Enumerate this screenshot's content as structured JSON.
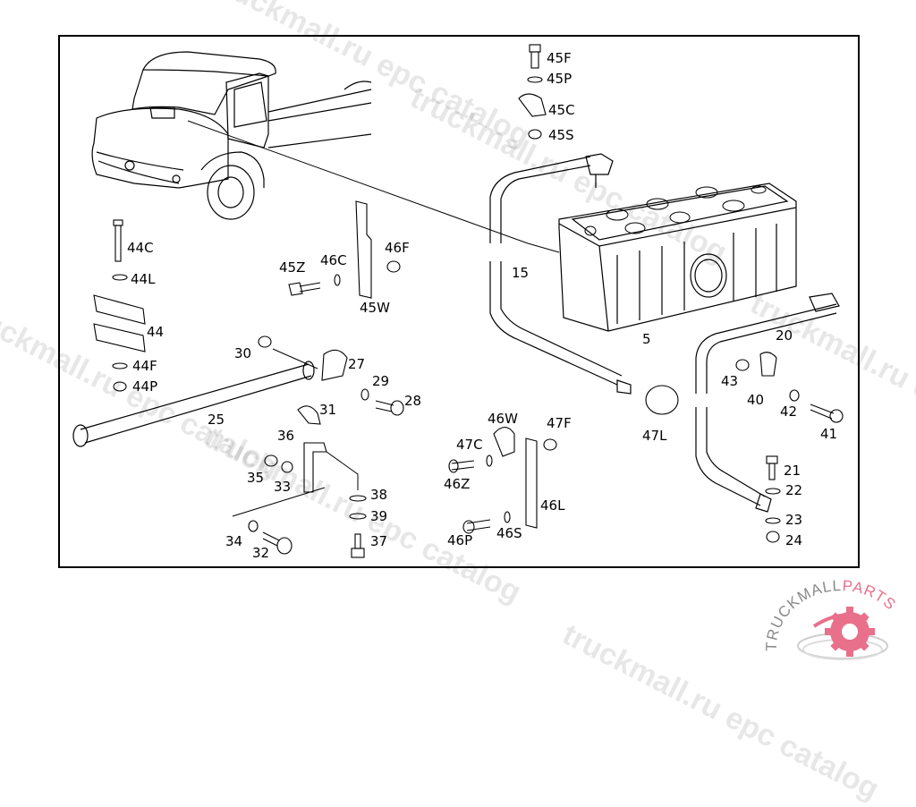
{
  "diagram": {
    "title": "Battery, battery cables and mounting — exploded parts view",
    "callouts": [
      {
        "id": "5",
        "label": "5"
      },
      {
        "id": "15",
        "label": "15"
      },
      {
        "id": "20",
        "label": "20"
      },
      {
        "id": "21",
        "label": "21"
      },
      {
        "id": "22",
        "label": "22"
      },
      {
        "id": "23",
        "label": "23"
      },
      {
        "id": "24",
        "label": "24"
      },
      {
        "id": "25",
        "label": "25"
      },
      {
        "id": "27",
        "label": "27"
      },
      {
        "id": "28",
        "label": "28"
      },
      {
        "id": "29",
        "label": "29"
      },
      {
        "id": "30",
        "label": "30"
      },
      {
        "id": "31",
        "label": "31"
      },
      {
        "id": "32",
        "label": "32"
      },
      {
        "id": "33",
        "label": "33"
      },
      {
        "id": "34",
        "label": "34"
      },
      {
        "id": "35",
        "label": "35"
      },
      {
        "id": "36",
        "label": "36"
      },
      {
        "id": "37",
        "label": "37"
      },
      {
        "id": "38",
        "label": "38"
      },
      {
        "id": "39",
        "label": "39"
      },
      {
        "id": "40",
        "label": "40"
      },
      {
        "id": "41",
        "label": "41"
      },
      {
        "id": "42",
        "label": "42"
      },
      {
        "id": "43",
        "label": "43"
      },
      {
        "id": "44",
        "label": "44"
      },
      {
        "id": "44C",
        "label": "44C"
      },
      {
        "id": "44L",
        "label": "44L"
      },
      {
        "id": "44F",
        "label": "44F"
      },
      {
        "id": "44P",
        "label": "44P"
      },
      {
        "id": "45F",
        "label": "45F"
      },
      {
        "id": "45P",
        "label": "45P"
      },
      {
        "id": "45C",
        "label": "45C"
      },
      {
        "id": "45S",
        "label": "45S"
      },
      {
        "id": "45Z",
        "label": "45Z"
      },
      {
        "id": "45W",
        "label": "45W"
      },
      {
        "id": "46C",
        "label": "46C"
      },
      {
        "id": "46F",
        "label": "46F"
      },
      {
        "id": "46W",
        "label": "46W"
      },
      {
        "id": "46Z",
        "label": "46Z"
      },
      {
        "id": "46P",
        "label": "46P"
      },
      {
        "id": "46S",
        "label": "46S"
      },
      {
        "id": "46L",
        "label": "46L"
      },
      {
        "id": "47C",
        "label": "47C"
      },
      {
        "id": "47F",
        "label": "47F"
      },
      {
        "id": "47L",
        "label": "47L"
      }
    ]
  },
  "watermarks": {
    "text_a": "truckmall.ru epc catalog",
    "text_b": "truckmall.ru epc catalog"
  },
  "logo": {
    "word_main": "TRUCKMALL",
    "word_accent": "PARTS",
    "main_color": "#8a8a8a",
    "accent_color": "#e8708a"
  }
}
